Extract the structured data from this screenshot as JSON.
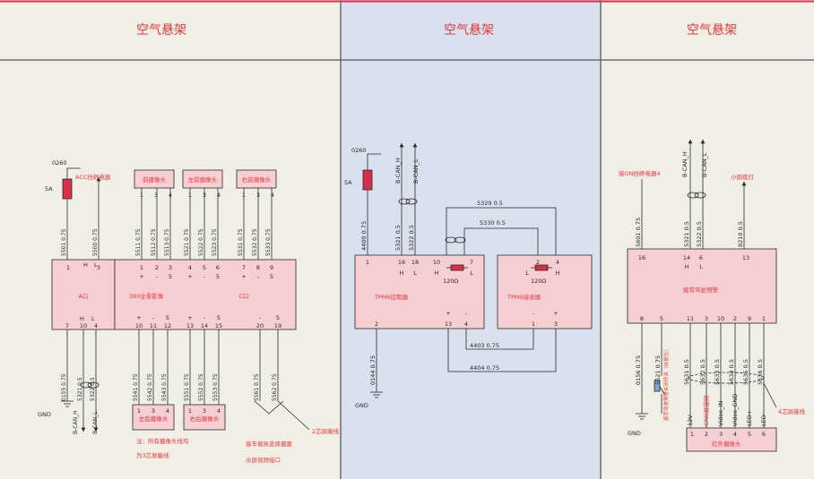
{
  "panels": {
    "left_title": "空气悬架",
    "mid_title": "空气悬架",
    "right_title": "空气悬架"
  },
  "colors": {
    "panel_bg": "#efefe5",
    "mid_bg": "#d9e1ee",
    "box_fill": "#f7cfd2",
    "title_red": "#e8363a",
    "line": "#2a2a2a",
    "fuse": "#d8304a"
  },
  "left": {
    "power_code": "0260",
    "fuse_rating": "5A",
    "acc_relay": "ACC挡继电器",
    "cam_front": "前摄像头",
    "cam_front_left": "左前摄像头",
    "cam_front_right": "右前摄像头",
    "cam_rear_left": "左后摄像头",
    "cam_rear_right": "右后摄像头",
    "port_a": "A口",
    "port_c": "C口",
    "module": "360全景影像",
    "wires_top": [
      "5501 0.75",
      "5500 0.75",
      "5511 0.75",
      "5512 0.75",
      "5513 0.75",
      "5521 0.75",
      "5522 0.75",
      "5523 0.75",
      "5531 0.75",
      "5532 0.75",
      "5533 0.75"
    ],
    "wires_bottom": [
      "0155 0.75",
      "5321 0.5",
      "5322 0.5",
      "5541 0.75",
      "5542 0.75",
      "5543 0.75",
      "5551 0.75",
      "5552 0.75",
      "5553 0.75",
      "5561 0.75",
      "5562 0.75"
    ],
    "top_pins": [
      "1",
      "3",
      "1",
      "2",
      "3",
      "4",
      "5",
      "6",
      "7",
      "8",
      "9"
    ],
    "top_signs": [
      "+",
      "-",
      "5",
      "+",
      "-",
      "5",
      "+",
      "-",
      "5"
    ],
    "bottom_pins": [
      "7",
      "10",
      "4",
      "10",
      "11",
      "12",
      "13",
      "14",
      "15",
      "20",
      "19"
    ],
    "bottom_signs": [
      "+",
      "-",
      "5",
      "+",
      "-",
      "5",
      "-",
      "5"
    ],
    "hl": [
      "H",
      "L"
    ],
    "cam_pins": [
      "1",
      "3",
      "4"
    ],
    "gnd": "GND",
    "can_h": "B-CAN_H",
    "can_l": "B-CAN_L",
    "note1": "注：所有摄像头线均",
    "note2": "为3芯屏蔽线",
    "note3": "2芯屏蔽线",
    "note4": "接车载氛息择摄案",
    "note5": "示屏视频接口"
  },
  "mid": {
    "power_code": "0260",
    "fuse_rating": "5A",
    "can_h": "B-CAN_H",
    "can_l": "B-CAN_L",
    "ctrl": "TPMS控制器",
    "recv": "TPMS接收器",
    "res1": "120Ω",
    "res2": "120Ω",
    "wires": [
      "4400 0.75",
      "5321 0.5",
      "5322 0.5",
      "5329 0.5",
      "5330 0.5",
      "0144 0.75",
      "4403 0.75",
      "4404 0.75"
    ],
    "ctrl_top_pins": [
      "1",
      "16",
      "18",
      "10",
      "7"
    ],
    "ctrl_top_hl": [
      "H",
      "L",
      "H",
      "L"
    ],
    "ctrl_bot_pins": [
      "2",
      "13",
      "4"
    ],
    "ctrl_bot_signs": [
      "+",
      "-"
    ],
    "recv_top_pins": [
      "2",
      "4"
    ],
    "recv_hl": [
      "L",
      "H"
    ],
    "recv_bot_pins": [
      "1",
      "3"
    ],
    "recv_bot_signs": [
      "-",
      "+"
    ],
    "gnd": "GND"
  },
  "right": {
    "relay": "接ON挡继电器4",
    "small_light": "小倒夜灯",
    "can_h": "B-CAN_H",
    "can_l": "B-CAN_L",
    "module": "疲劳驾驶预警",
    "wires_top": [
      "5601 0.75",
      "5321 0.5",
      "5322 0.5",
      "8210 0.5"
    ],
    "top_pins": [
      "16",
      "14",
      "6",
      "13"
    ],
    "hl": [
      "H",
      "L"
    ],
    "bot_pins": [
      "8",
      "5",
      "11",
      "3",
      "10",
      "2",
      "9",
      "1"
    ],
    "wires_bottom": [
      "0156 0.75",
      "5621 0.75",
      "5631 0.5",
      "5632 0.5",
      "5633 0.5",
      "5634 0.5",
      "5635 0.5",
      "5636 0.5"
    ],
    "switch_note": "疲劳驾驶预警关闭开关（自复位）",
    "gnd": "GND",
    "shield": "4芯屏蔽线",
    "sig_labels": [
      "12V",
      "GND屏蔽网",
      "Video_IN",
      "Video_GND",
      "LED+",
      "LED-"
    ],
    "ir_pins": [
      "1",
      "2",
      "3",
      "4",
      "5",
      "6"
    ],
    "ir_cam": "红外摄像头"
  }
}
